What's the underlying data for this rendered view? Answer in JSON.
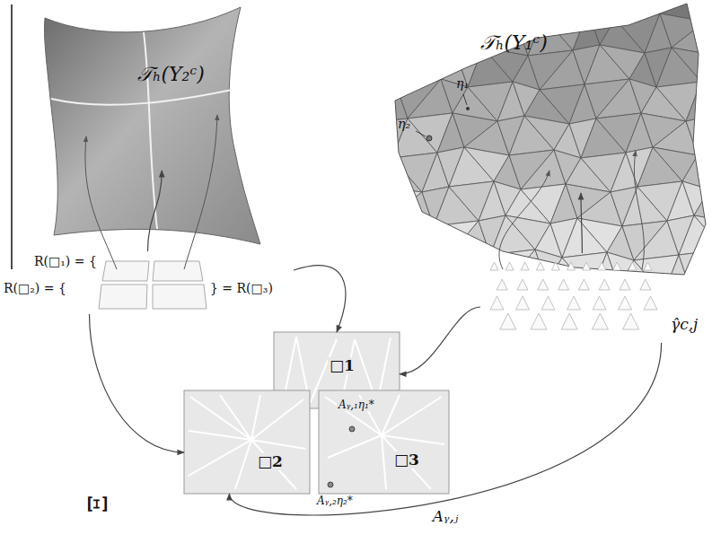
{
  "diagram": {
    "nodes": [
      {
        "text": [
          "𝒯ₕ(Υ₂ᶜ)"
        ]
      },
      {
        "text": [
          "𝒯ₕ(Υ₁ᶜ)",
          "η₁",
          "η₂"
        ]
      },
      {
        "text": [
          "R(□₁) = {",
          "R(□₂) = {",
          "} = R(□₃)"
        ]
      },
      {
        "text": [
          "γ̂c,j"
        ]
      },
      {
        "text": [
          "□1"
        ]
      },
      {
        "text": [
          "□2"
        ]
      },
      {
        "text": [
          "□3",
          "Aᵧ,₁η₁*",
          "Aᵧ,₂η₂*"
        ]
      }
    ],
    "edges": [
      {
        "from": 2,
        "to": 0,
        "arrow": "to"
      },
      {
        "from": 3,
        "to": 1,
        "arrow": "to"
      },
      {
        "from": 2,
        "to": 4,
        "arrow": "to"
      },
      {
        "from": 3,
        "to": 4,
        "arrow": "to"
      },
      {
        "from": 2,
        "to": 5,
        "arrow": "to"
      },
      {
        "from": 3,
        "to": 5,
        "label": "Aᵧ,ⱼ",
        "arrow": "to"
      }
    ],
    "labels": [
      "Ξ"
    ]
  }
}
